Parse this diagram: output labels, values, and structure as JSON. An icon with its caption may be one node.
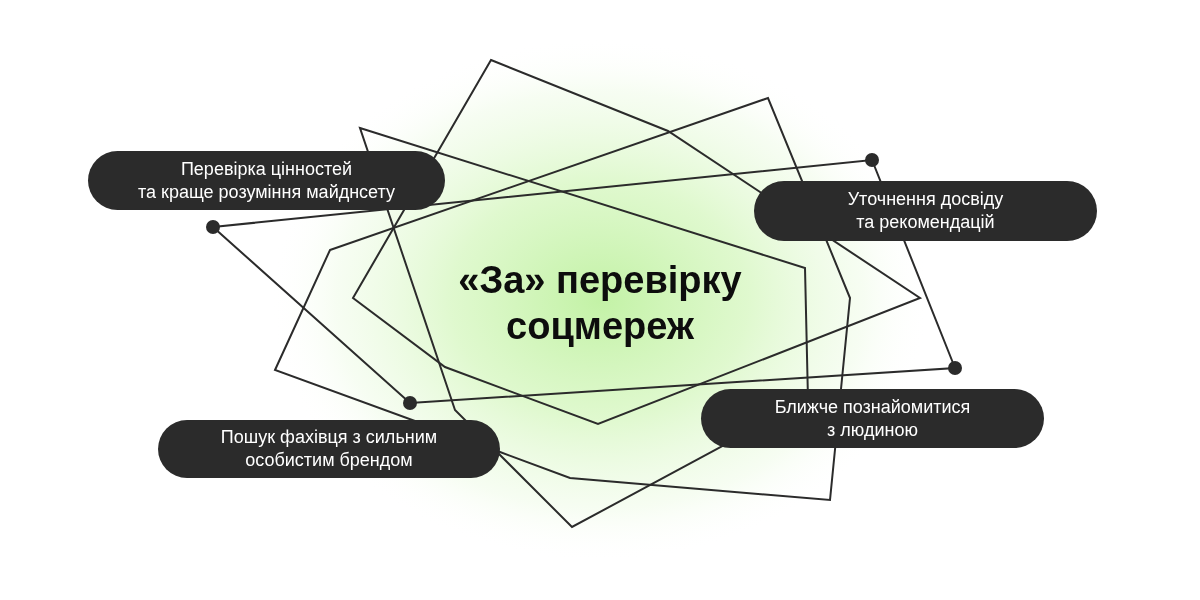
{
  "diagram": {
    "title": "«За» перевірку соцмереж",
    "nodes": [
      {
        "text": [
          "Перевірка цінностей та краще розуміння майднсету"
        ]
      },
      {
        "text": [
          "Уточнення досвіду та рекомендацій"
        ]
      },
      {
        "text": [
          "Ближче познайомитися з людиною"
        ]
      },
      {
        "text": [
          "Пошук фахівця з сильним особистим брендом"
        ]
      }
    ]
  }
}
